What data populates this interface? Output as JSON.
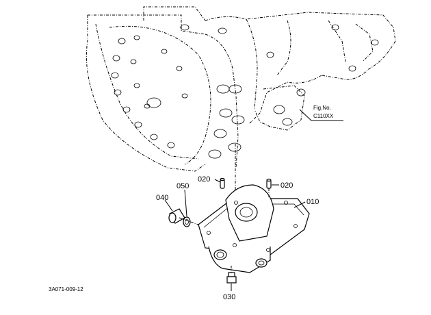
{
  "figure_ref": {
    "line1": "Fig.No.",
    "line2": "C110XX"
  },
  "parts": [
    {
      "id": "010",
      "label": "010"
    },
    {
      "id": "020a",
      "label": "020"
    },
    {
      "id": "020b",
      "label": "020"
    },
    {
      "id": "030",
      "label": "030"
    },
    {
      "id": "040",
      "label": "040"
    },
    {
      "id": "050",
      "label": "050"
    }
  ],
  "drawing_code": "3A071-009-12"
}
